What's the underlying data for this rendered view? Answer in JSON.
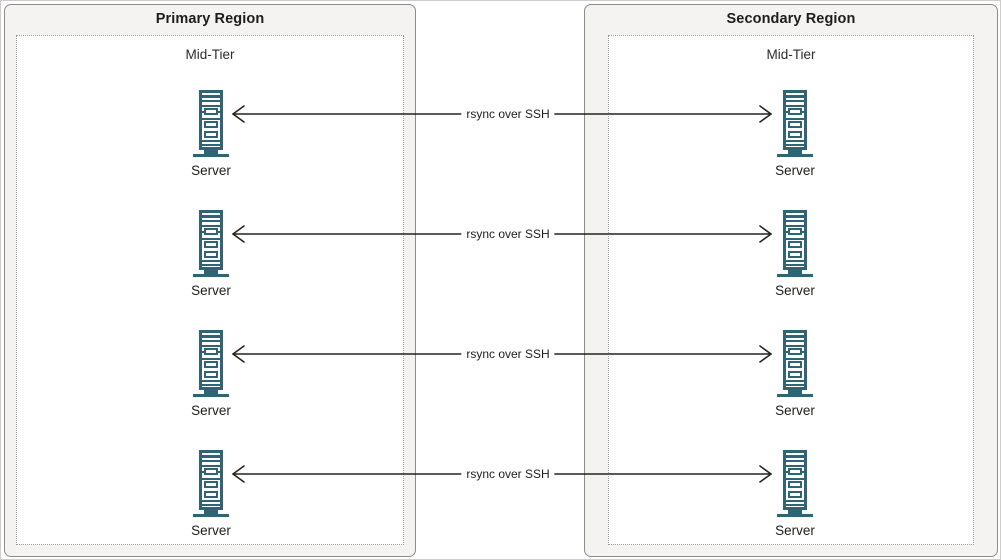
{
  "diagram": {
    "title_primary": "Primary Region",
    "title_secondary": "Secondary Region",
    "colors": {
      "server_icon": "#2f6375",
      "region_background": "#f4f3f2",
      "region_border": "#8c8c8c",
      "tier_background": "#ffffff",
      "tier_border": "#9a9a96",
      "connector": "#262220",
      "text": "#1d1d1b"
    }
  },
  "regions": [
    {
      "id": "primary",
      "title": "Primary Region",
      "tier": {
        "title": "Mid-Tier",
        "nodes": [
          {
            "label": "Server",
            "icon": "server-icon"
          },
          {
            "label": "Server",
            "icon": "server-icon"
          },
          {
            "label": "Server",
            "icon": "server-icon"
          },
          {
            "label": "Server",
            "icon": "server-icon"
          }
        ]
      }
    },
    {
      "id": "secondary",
      "title": "Secondary Region",
      "tier": {
        "title": "Mid-Tier",
        "nodes": [
          {
            "label": "Server",
            "icon": "server-icon"
          },
          {
            "label": "Server",
            "icon": "server-icon"
          },
          {
            "label": "Server",
            "icon": "server-icon"
          },
          {
            "label": "Server",
            "icon": "server-icon"
          }
        ]
      }
    }
  ],
  "connectors": [
    {
      "label": "rsync over SSH",
      "direction": "bidirectional"
    },
    {
      "label": "rsync over SSH",
      "direction": "bidirectional"
    },
    {
      "label": "rsync over SSH",
      "direction": "bidirectional"
    },
    {
      "label": "rsync over SSH",
      "direction": "bidirectional"
    }
  ]
}
